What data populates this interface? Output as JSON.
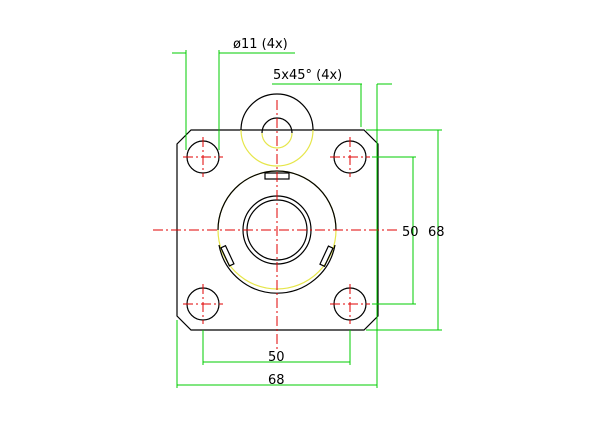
{
  "drawing": {
    "title": "Square flange bearing housing",
    "colors": {
      "outline": "#000000",
      "centerline": "#e00000",
      "dimension": "#00cc00",
      "hidden": "#e6e64a"
    },
    "dimensions": {
      "hole_callout": "ø11 (4x)",
      "chamfer_callout": "5x45° (4x)",
      "vertical_hole_spacing": "50",
      "vertical_overall": "68",
      "horizontal_hole_spacing": "50",
      "horizontal_overall": "68"
    }
  }
}
